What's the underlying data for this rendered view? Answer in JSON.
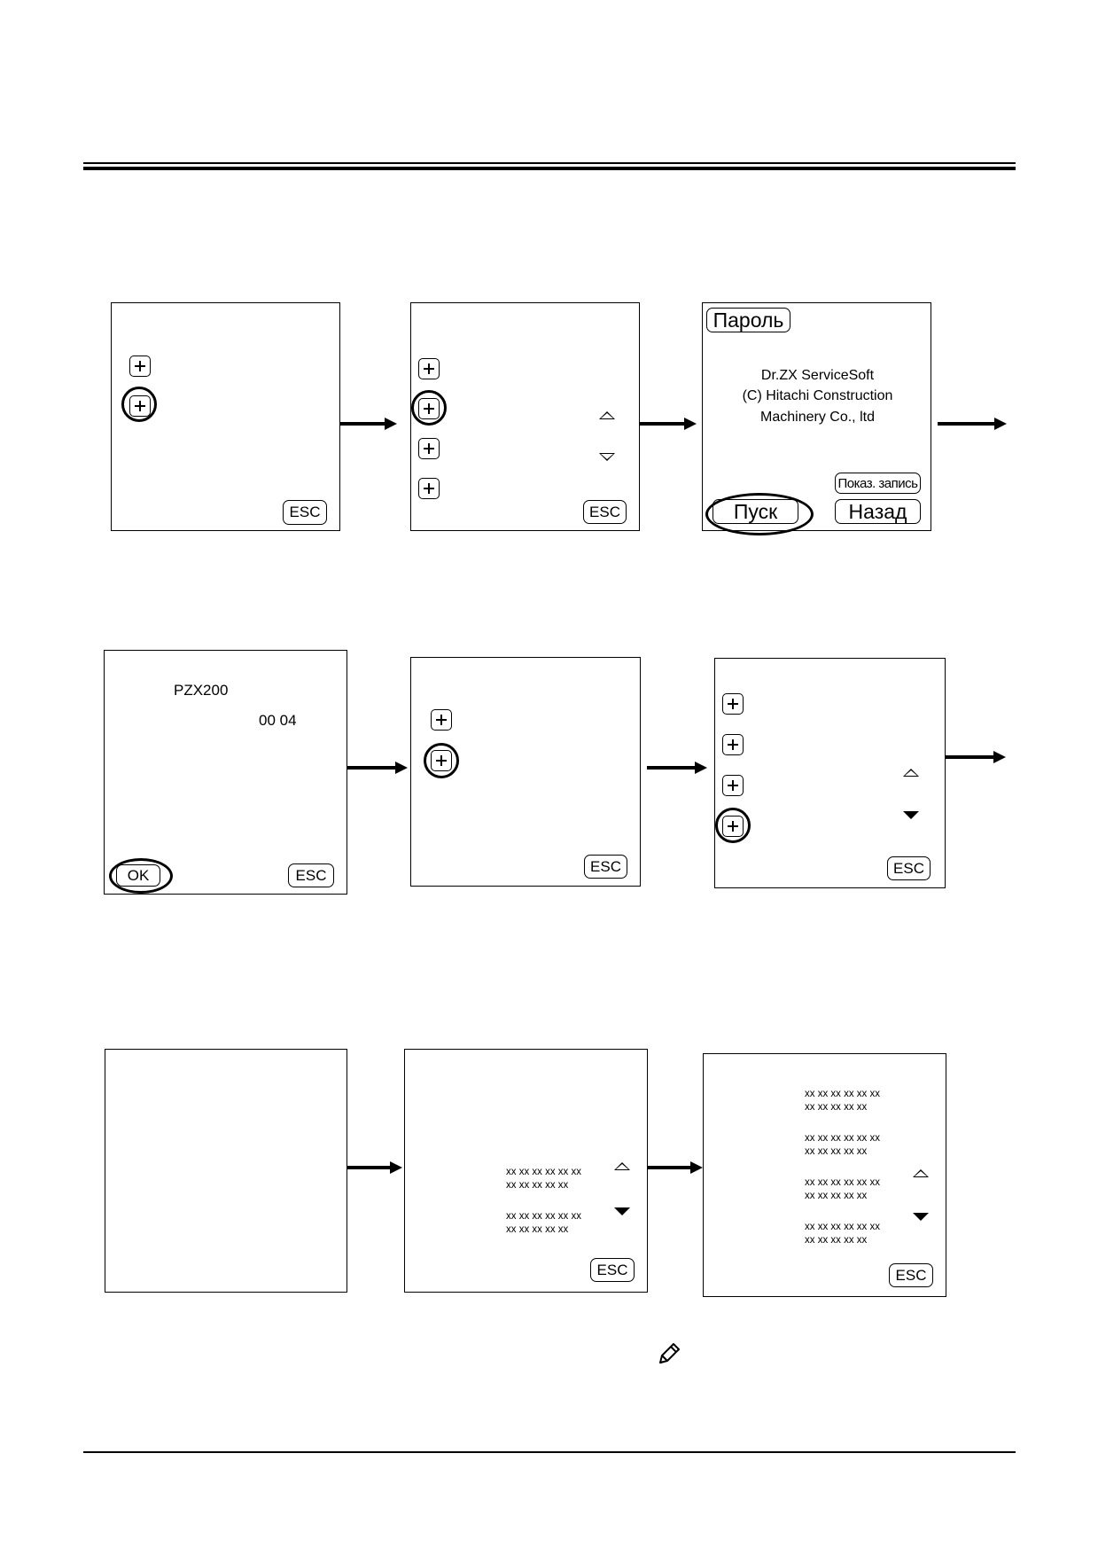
{
  "panel_a": {
    "esc": "ESC"
  },
  "panel_b": {
    "esc": "ESC"
  },
  "panel_c": {
    "password": "Пароль",
    "line1": "Dr.ZX ServiceSoft",
    "line2": "(C) Hitachi Construction",
    "line3": "Machinery Co., ltd",
    "show_record": "Показ. запись",
    "start": "Пуск",
    "back": "Назад"
  },
  "panel_d": {
    "model": "PZX200",
    "number": "00 04",
    "ok": "OK",
    "esc": "ESC"
  },
  "panel_e": {
    "esc": "ESC"
  },
  "panel_f": {
    "esc": "ESC"
  },
  "panel_h": {
    "item1": {
      "line1": "xx xx xx xx xx xx",
      "line2": "xx xx xx xx xx"
    },
    "item2": {
      "line1": "xx xx xx xx xx xx",
      "line2": "xx xx xx xx xx"
    },
    "esc": "ESC"
  },
  "panel_i": {
    "item1": {
      "line1": "xx xx xx xx xx xx",
      "line2": "xx xx xx xx xx"
    },
    "item2": {
      "line1": "xx xx xx xx xx xx",
      "line2": "xx xx xx xx xx"
    },
    "item3": {
      "line1": "xx xx xx xx xx xx",
      "line2": "xx xx xx xx xx"
    },
    "item4": {
      "line1": "xx xx xx xx xx xx",
      "line2": "xx xx xx xx xx"
    },
    "esc": "ESC"
  },
  "icons": {
    "plus": "plus-box-icon",
    "up": "up-triangle-icon",
    "down_outline": "down-triangle-outline-icon",
    "down_filled": "down-triangle-filled-icon",
    "arrow": "right-arrow-icon",
    "note": "pencil-note-icon"
  }
}
